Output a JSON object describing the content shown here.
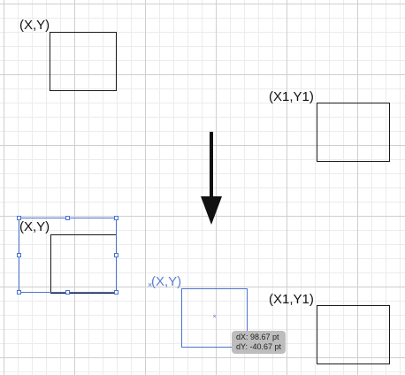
{
  "labels": {
    "top_left": "(X,Y)",
    "top_right": "(X1,Y1)",
    "bottom_left": "(X,Y)",
    "bottom_ghost": "(X,Y)",
    "bottom_right": "(X1,Y1)"
  },
  "tooltip": {
    "dx": "dX: 98.67 pt",
    "dy": "dY: -40.67 pt"
  },
  "colors": {
    "selection": "#4a73d1",
    "grid_major": "#cfcfcf",
    "grid_minor": "#ececec",
    "tooltip_bg": "#bdbdbd"
  },
  "icons": {
    "arrow": "down-arrow-icon",
    "ghost_center": "cross-icon"
  }
}
